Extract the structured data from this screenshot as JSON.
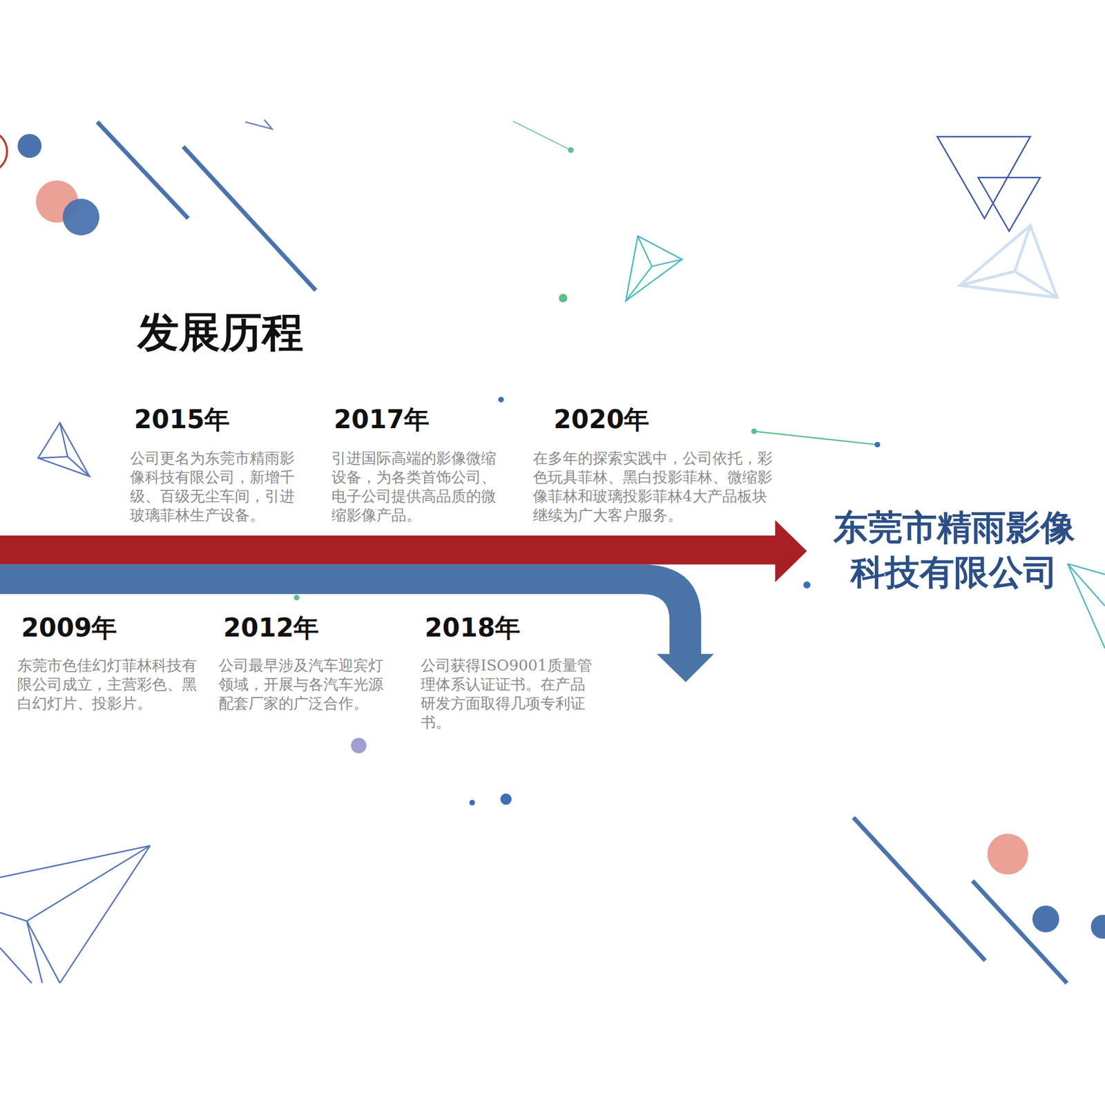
{
  "diagram": {
    "title": "发展历程",
    "labels": [
      "2015年",
      "公司更名为东莞市精雨影像科技有限公司，新增千级、百级无尘车间，引进玻璃菲林生产设备。",
      "2017年",
      "引进国际高端的影像微缩设备，为各类首饰公司、电子公司提供高品质的微缩影像产品。",
      "2020年",
      "在多年的探索实践中，公司依托，彩色玩具菲林、黑白投影菲林、微缩影像菲林和玻璃投影菲林4大产品板块继续为广大客户服务。",
      "东莞市精雨影像 科技有限公司",
      "2009年",
      "东莞市色佳幻灯菲林科技有限公司成立，主营彩色、黑白幻灯片、投影片。",
      "2012年",
      "公司最早涉及汽车迎宾灯领域，开展与各汽车光源配套厂家的广泛合作。",
      "2018年",
      "公司获得ISO9001质量管理体系认证证书。在产品研发方面取得几项专利证书。"
    ]
  }
}
